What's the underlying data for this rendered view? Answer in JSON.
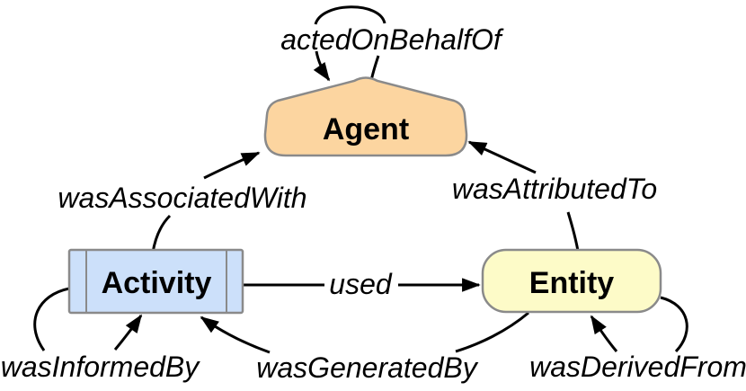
{
  "diagram": {
    "background": "#FFFFFF",
    "edge_color": "#000000",
    "text_color": "#000000",
    "nodes": {
      "agent": {
        "label": "Agent",
        "fill": "#FCD5A0",
        "stroke": "#8A8A8A",
        "shape": "rounded-pentagon"
      },
      "activity": {
        "label": "Activity",
        "fill": "#CCE0FA",
        "stroke": "#8A8A8A",
        "shape": "rectangle-with-side-bars"
      },
      "entity": {
        "label": "Entity",
        "fill": "#FDFBC8",
        "stroke": "#8A8A8A",
        "shape": "rounded-rectangle"
      }
    },
    "edges": [
      {
        "label": "actedOnBehalfOf",
        "from": "agent",
        "to": "agent"
      },
      {
        "label": "wasAssociatedWith",
        "from": "activity",
        "to": "agent"
      },
      {
        "label": "wasAttributedTo",
        "from": "entity",
        "to": "agent"
      },
      {
        "label": "used",
        "from": "activity",
        "to": "entity"
      },
      {
        "label": "wasInformedBy",
        "from": "activity",
        "to": "activity"
      },
      {
        "label": "wasGeneratedBy",
        "from": "entity",
        "to": "activity"
      },
      {
        "label": "wasDerivedFrom",
        "from": "entity",
        "to": "entity"
      }
    ]
  }
}
